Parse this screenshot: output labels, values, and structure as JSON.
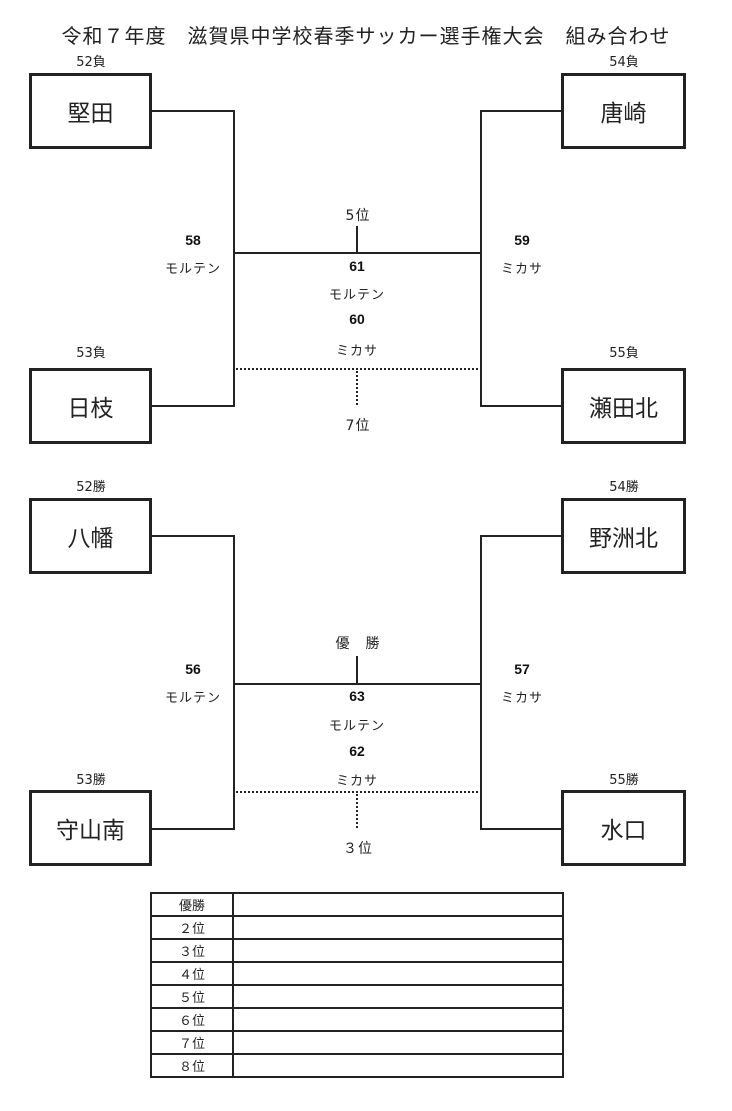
{
  "title": "令和７年度　滋賀県中学校春季サッカー選手権大会　組み合わせ",
  "upper": {
    "top_left": {
      "seed": "52負",
      "team": "堅田"
    },
    "bottom_left": {
      "seed": "53負",
      "team": "日枝"
    },
    "top_right": {
      "seed": "54負",
      "team": "唐崎"
    },
    "bottom_right": {
      "seed": "55負",
      "team": "瀬田北"
    },
    "left_match": {
      "no": "58",
      "venue": "モルテン"
    },
    "right_match": {
      "no": "59",
      "venue": "ミカサ"
    },
    "final_match": {
      "no": "61",
      "venue": "モルテン",
      "place": "5位"
    },
    "third_match": {
      "no": "60",
      "venue": "ミカサ",
      "place": "7位"
    }
  },
  "lower": {
    "top_left": {
      "seed": "52勝",
      "team": "八幡"
    },
    "bottom_left": {
      "seed": "53勝",
      "team": "守山南"
    },
    "top_right": {
      "seed": "54勝",
      "team": "野洲北"
    },
    "bottom_right": {
      "seed": "55勝",
      "team": "水口"
    },
    "left_match": {
      "no": "56",
      "venue": "モルテン"
    },
    "right_match": {
      "no": "57",
      "venue": "ミカサ"
    },
    "final_match": {
      "no": "63",
      "venue": "モルテン",
      "place": "優　勝"
    },
    "third_match": {
      "no": "62",
      "venue": "ミカサ",
      "place": "３位"
    }
  },
  "results": {
    "ranks": [
      "優勝",
      "２位",
      "３位",
      "４位",
      "５位",
      "６位",
      "７位",
      "８位"
    ]
  }
}
